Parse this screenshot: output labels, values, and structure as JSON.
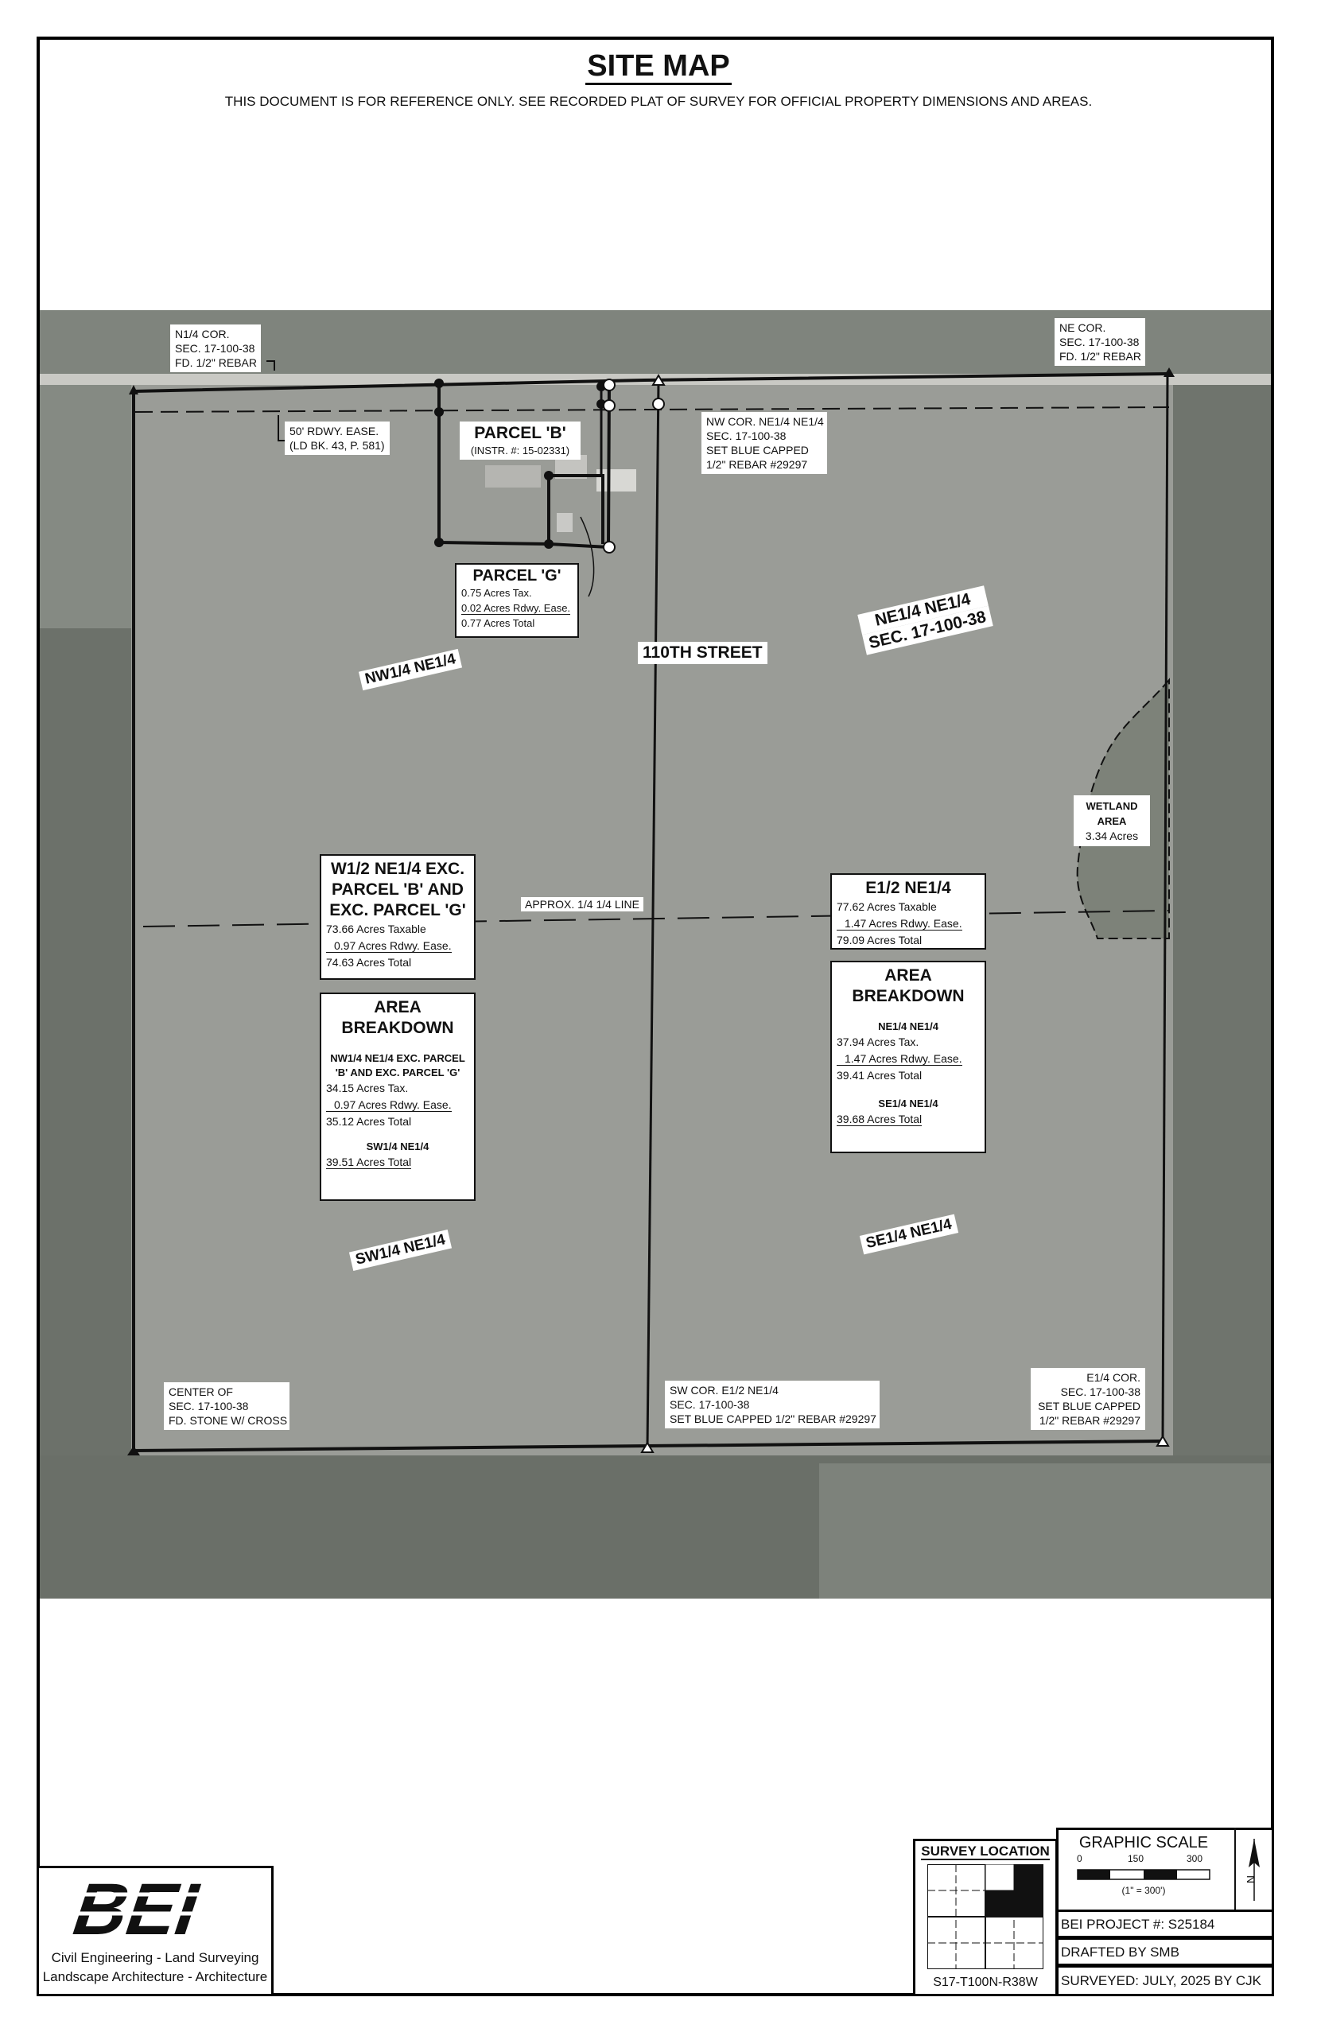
{
  "title": "SITE MAP",
  "subtitle": "THIS DOCUMENT IS FOR REFERENCE ONLY. SEE RECORDED PLAT OF SURVEY FOR OFFICIAL PROPERTY DIMENSIONS AND AREAS.",
  "street": "110TH STREET",
  "corners": {
    "n14": [
      "N1/4 COR.",
      "SEC. 17-100-38",
      "FD. 1/2\" REBAR"
    ],
    "ne": [
      "NE COR.",
      "SEC. 17-100-38",
      "FD. 1/2\" REBAR"
    ],
    "nw_ne14ne14": [
      "NW COR. NE1/4 NE1/4",
      "SEC. 17-100-38",
      "SET BLUE CAPPED",
      "1/2\" REBAR #29297"
    ],
    "center": [
      "CENTER OF",
      "SEC. 17-100-38",
      "FD. STONE W/ CROSS"
    ],
    "sw_e12": [
      "SW COR. E1/2 NE1/4",
      "SEC. 17-100-38",
      "SET BLUE CAPPED 1/2\" REBAR #29297"
    ],
    "e14": [
      "E1/4 COR.",
      "SEC. 17-100-38",
      "SET BLUE CAPPED",
      "1/2\" REBAR #29297"
    ]
  },
  "easement": [
    "50' RDWY. EASE.",
    "(LD BK. 43, P. 581)"
  ],
  "parcel_b": {
    "name": "PARCEL 'B'",
    "instr": "(INSTR. #: 15-02331)"
  },
  "parcel_g": {
    "name": "PARCEL 'G'",
    "lines": [
      "0.75 Acres Tax.",
      "0.02 Acres Rdwy. Ease.",
      "0.77 Acres Total"
    ]
  },
  "quarter_labels": {
    "nw14ne14": "NW1/4 NE1/4",
    "ne14ne14_1": "NE1/4 NE1/4",
    "ne14ne14_2": "SEC. 17-100-38",
    "sw14ne14": "SW1/4 NE1/4",
    "se14ne14": "SE1/4 NE1/4"
  },
  "quarter_line": "APPROX. 1/4 1/4 LINE",
  "wetland": {
    "title1": "WETLAND",
    "title2": "AREA",
    "acres": "3.34 Acres"
  },
  "w12": {
    "heading": [
      "W1/2 NE1/4 EXC.",
      "PARCEL 'B' AND",
      "EXC. PARCEL 'G'"
    ],
    "lines": [
      "73.66 Acres Taxable",
      "0.97 Acres Rdwy. Ease.",
      "74.63 Acres Total"
    ]
  },
  "w_breakdown": {
    "heading": [
      "AREA",
      "BREAKDOWN"
    ],
    "sub1": [
      "NW1/4 NE1/4 EXC. PARCEL",
      "'B' AND EXC. PARCEL 'G'"
    ],
    "lines1": [
      "34.15 Acres Tax.",
      "0.97 Acres Rdwy. Ease.",
      "35.12 Acres Total"
    ],
    "sub2": "SW1/4 NE1/4",
    "lines2": [
      "39.51 Acres Total"
    ]
  },
  "e12": {
    "heading": "E1/2 NE1/4",
    "lines": [
      "77.62 Acres Taxable",
      "1.47 Acres Rdwy. Ease.",
      "79.09 Acres Total"
    ]
  },
  "e_breakdown": {
    "heading": [
      "AREA",
      "BREAKDOWN"
    ],
    "sub1": "NE1/4 NE1/4",
    "lines1": [
      "37.94 Acres Tax.",
      "1.47 Acres Rdwy. Ease.",
      "39.41 Acres Total"
    ],
    "sub2": "SE1/4 NE1/4",
    "lines2": [
      "39.68 Acres Total"
    ]
  },
  "titleblock": {
    "logo": "BEI",
    "line1": "Civil Engineering - Land Surveying",
    "line2": "Landscape Architecture - Architecture",
    "survey_location": "SURVEY LOCATION",
    "survey_code": "S17-T100N-R38W",
    "graphic_scale": "GRAPHIC SCALE",
    "scale_0": "0",
    "scale_150": "150",
    "scale_300": "300",
    "scale_ratio": "(1\" = 300')",
    "north": "N",
    "project": "BEI PROJECT #: S25184",
    "drafted": "DRAFTED BY SMB",
    "surveyed": "SURVEYED: JULY, 2025 BY CJK"
  },
  "colors": {
    "aerial": "#8e928c",
    "field": "#9a9c97",
    "dark_field": "#6f746d",
    "road": "#c9c9c4"
  }
}
